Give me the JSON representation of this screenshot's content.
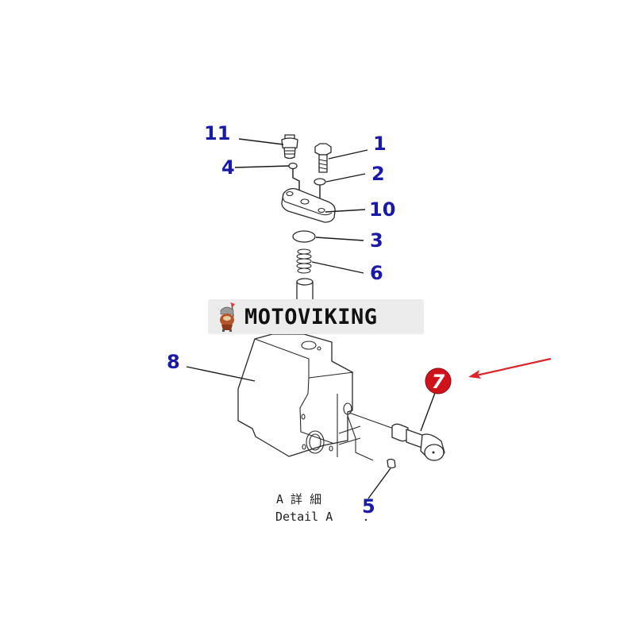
{
  "diagram": {
    "title": "Detail A",
    "caption_jp": "A 詳 細",
    "caption_en": "Detail A",
    "callouts": [
      {
        "id": "1",
        "label": "1"
      },
      {
        "id": "2",
        "label": "2"
      },
      {
        "id": "3",
        "label": "3"
      },
      {
        "id": "4",
        "label": "4"
      },
      {
        "id": "5",
        "label": "5"
      },
      {
        "id": "6",
        "label": "6"
      },
      {
        "id": "7",
        "label": "7",
        "highlighted": true
      },
      {
        "id": "8",
        "label": "8"
      },
      {
        "id": "10",
        "label": "10"
      },
      {
        "id": "11",
        "label": "11"
      }
    ],
    "highlight_color": "#d0121b",
    "callout_color": "#1a1aa8"
  },
  "watermark": {
    "text": "MOTOVIKING",
    "logo": "viking-mascot-icon"
  }
}
